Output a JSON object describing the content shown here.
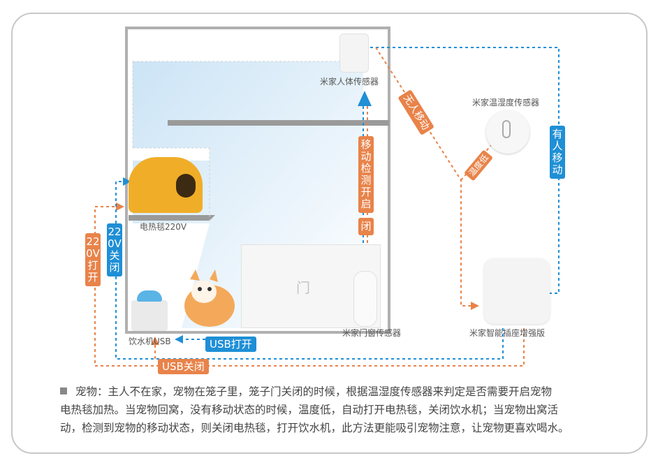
{
  "labels": {
    "human_sensor": "米家人体传感器",
    "temp_sensor": "米家温湿度传感器",
    "heater": "电热毯220V",
    "door_sensor": "米家门窗传感器",
    "smart_plug": "米家智能插座增强版",
    "fountain": "饮水机USB",
    "door": "门"
  },
  "tags": {
    "motion_detect": "移动检测开启",
    "close_char": "闭",
    "no_motion": "无人移动",
    "low_temp": "温度低",
    "has_motion": "有人移动",
    "power_on_220": "220V打开",
    "power_off_220": "220V关闭",
    "usb_on": "USB打开",
    "usb_off": "USB关闭"
  },
  "description": {
    "line1": "宠物：主人不在家，宠物在笼子里，笼子门关闭的时候，根据温湿度传感器来判定是否需要开启宠物",
    "line2": "电热毯加热。当宠物回窝，没有移动状态的时候，温度低，自动打开电热毯，关闭饮水机；当宠物出窝活",
    "line3": "动，检测到宠物的移动状态，则关闭电热毯，打开饮水机，此方法更能吸引宠物注意，让宠物更喜欢喝水。"
  },
  "colors": {
    "orange": "#e8834a",
    "blue": "#1f8fd6",
    "cage": "#b0b0b0",
    "sky": "#cfe6f6"
  }
}
